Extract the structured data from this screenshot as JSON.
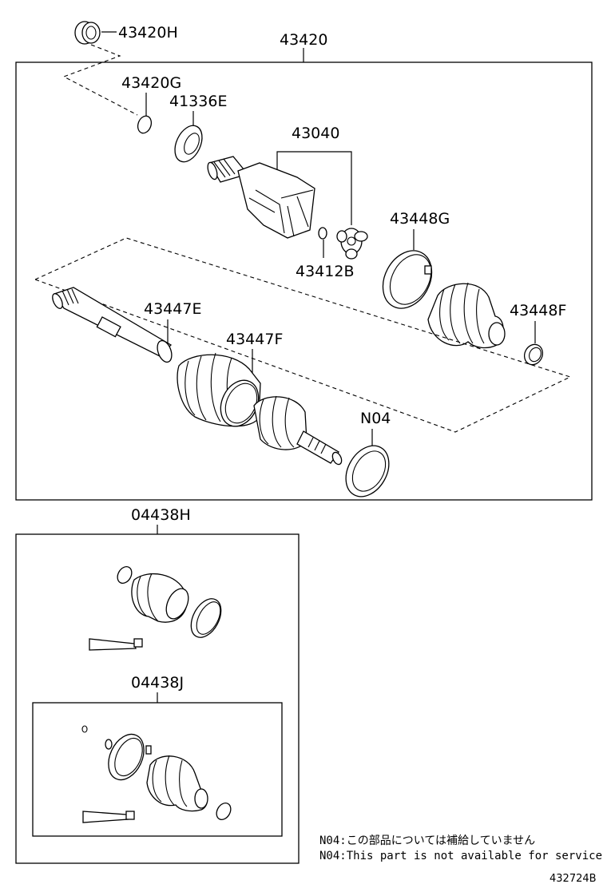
{
  "labels": {
    "p43420H": "43420H",
    "p43420": "43420",
    "p43420G": "43420G",
    "p41336E": "41336E",
    "p43040": "43040",
    "p43448G": "43448G",
    "p43412B": "43412B",
    "p43447E": "43447E",
    "p43448F": "43448F",
    "p43447F": "43447F",
    "pN04": "N04",
    "p04438H": "04438H",
    "p04438J": "04438J"
  },
  "notes": {
    "line1": "N04:この部品については補給していません",
    "line2": "N04:This part is not available for service"
  },
  "diagram_code": "432724B"
}
